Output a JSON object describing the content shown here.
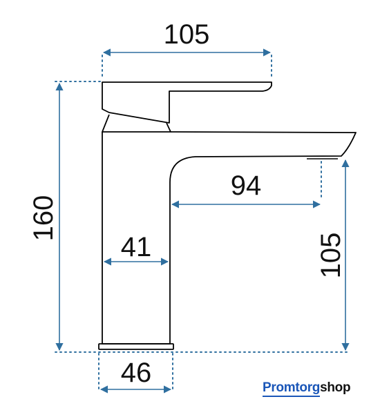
{
  "diagram": {
    "dimensions": {
      "top_width": "105",
      "total_height": "160",
      "spout_reach": "94",
      "body_width": "41",
      "spout_height": "105",
      "base_width": "46"
    },
    "colors": {
      "dimension_line": "#2f6f9f",
      "outline": "#000000",
      "text": "#111111"
    }
  },
  "logo": {
    "brand": "Promtorg",
    "suffix": "shop",
    "brand_color": "#1a56b8"
  }
}
